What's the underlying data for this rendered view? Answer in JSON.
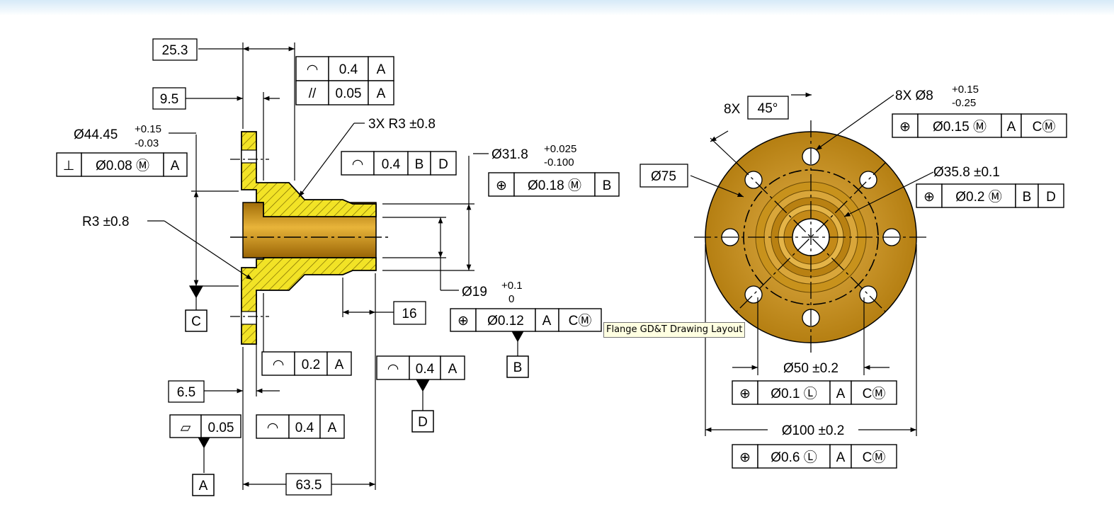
{
  "tooltip": "Flange GD&T Drawing Layout",
  "colors": {
    "hatch_fill": "#f2e326",
    "bore_fill": "#c89212",
    "flange_face": "#c08a1a",
    "line": "#000000"
  },
  "dims": {
    "d25_3": "25.3",
    "d9_5": "9.5",
    "d44_45": "Ø44.45",
    "d44_45_tol_up": "+0.15",
    "d44_45_tol_lo": "-0.03",
    "r3": "R3 ±0.8",
    "r3x": "3X R3 ±0.8",
    "d31_8": "Ø31.8",
    "d31_8_tol_up": "+0.025",
    "d31_8_tol_lo": "-0.100",
    "d19": "Ø19",
    "d19_tol_up": "+0.1",
    "d19_tol_lo": "0",
    "d16": "16",
    "d6_5": "6.5",
    "d63_5": "63.5",
    "count_8x": "8X",
    "angle": "45°",
    "holes": "8X Ø8",
    "holes_tol_up": "+0.15",
    "holes_tol_lo": "-0.25",
    "d75": "Ø75",
    "d35_8": "Ø35.8 ±0.1",
    "d50": "Ø50 ±0.2",
    "d100": "Ø100 ±0.2"
  },
  "datums": {
    "a": "A",
    "b": "B",
    "c": "C",
    "d": "D"
  },
  "fcf": {
    "prof_top": [
      "◠",
      "0.4",
      "A"
    ],
    "par_top": [
      "//",
      "0.05",
      "A"
    ],
    "perp": [
      "⊥",
      "Ø0.08 Ⓜ",
      "A"
    ],
    "prof_bd": [
      "◠",
      "0.4",
      "B",
      "D"
    ],
    "pos_b": [
      "⊕",
      "Ø0.18 Ⓜ",
      "B"
    ],
    "pos_acm_019": [
      "⊕",
      "Ø0.12",
      "A",
      "CⓂ"
    ],
    "prof_02a": [
      "◠",
      "0.2",
      "A"
    ],
    "prof_04a_mid": [
      "◠",
      "0.4",
      "A"
    ],
    "flat": [
      "▱",
      "0.05"
    ],
    "prof_04a_low": [
      "◠",
      "0.4",
      "A"
    ],
    "pos_holes": [
      "⊕",
      "Ø0.15 Ⓜ",
      "A",
      "CⓂ"
    ],
    "pos_358": [
      "⊕",
      "Ø0.2 Ⓜ",
      "B",
      "D"
    ],
    "pos_50": [
      "⊕",
      "Ø0.1 Ⓛ",
      "A",
      "CⓂ"
    ],
    "pos_100": [
      "⊕",
      "Ø0.6 Ⓛ",
      "A",
      "CⓂ"
    ]
  }
}
